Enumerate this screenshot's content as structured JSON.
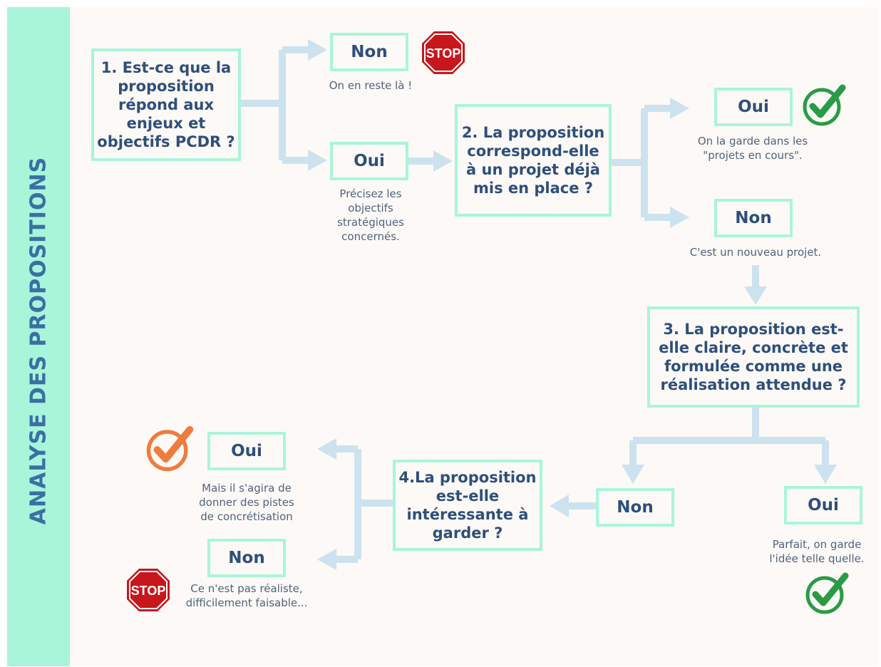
{
  "side_title": "ANALYSE DES PROPOSITIONS",
  "colors": {
    "accent_mint": "#a8f5da",
    "arrow": "#cde2ef",
    "text_navy": "#2d4f7c",
    "stop_red": "#c8161d",
    "check_green": "#2a9b45",
    "check_orange": "#f07b3f"
  },
  "questions": {
    "q1": "1. Est-ce que la\nproposition\nrépond aux\nenjeux et\nobjectifs PCDR ?",
    "q2": "2. La proposition\ncorrespond-elle\nà un projet déjà\nmis en place ?",
    "q3": "3. La proposition est-\nelle claire, concrète et\nformulée comme une\nréalisation attendue ?",
    "q4": "4.La proposition\nest-elle\nintéressante à\ngarder ?"
  },
  "answers": {
    "q1_non": "Non",
    "q1_oui": "Oui",
    "q2_oui": "Oui",
    "q2_non": "Non",
    "q3_non": "Non",
    "q3_oui": "Oui",
    "q4_oui": "Oui",
    "q4_non": "Non"
  },
  "notes": {
    "q1_non": "On en reste là !",
    "q1_oui": "Précisez les\nobjectifs\nstratégiques\nconcernés.",
    "q2_oui": "On la garde dans les\n\"projets en cours\".",
    "q2_non": "C'est un nouveau projet.",
    "q3_oui": "Parfait, on garde\nl'idée telle quelle.",
    "q4_oui": "Mais il s'agira de\ndonner des pistes\nde concrétisation",
    "q4_non": "Ce n'est pas réaliste,\ndifficilement faisable..."
  },
  "stop_label": "STOP",
  "icons": [
    "stop-sign-icon",
    "check-circle-icon"
  ]
}
